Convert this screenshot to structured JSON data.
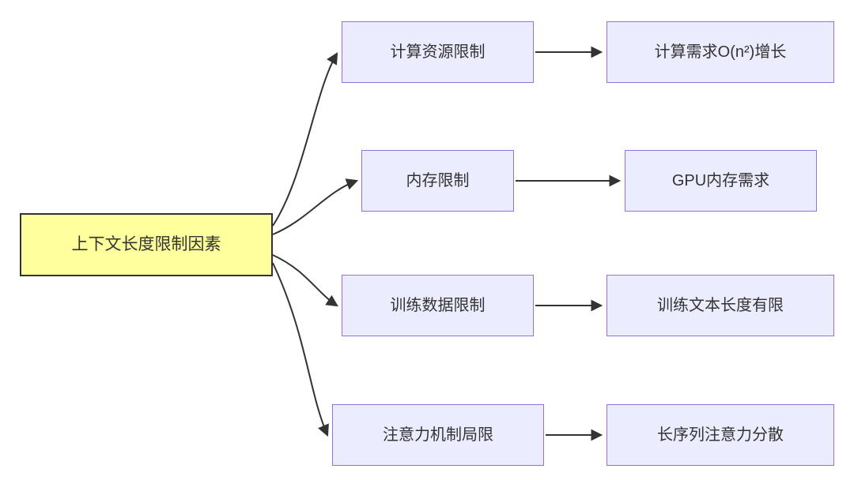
{
  "diagram": {
    "root": {
      "label": "上下文长度限制因素"
    },
    "branches": [
      {
        "cause": "计算资源限制",
        "effect": "计算需求O(n²)增长"
      },
      {
        "cause": "内存限制",
        "effect": "GPU内存需求"
      },
      {
        "cause": "训练数据限制",
        "effect": "训练文本长度有限"
      },
      {
        "cause": "注意力机制局限",
        "effect": "长序列注意力分散"
      }
    ],
    "colors": {
      "background": "#FFFFFF",
      "root_fill": "#FFFF9E",
      "root_border": "#333333",
      "node_fill": "#ECECFF",
      "node_border": "#9370DB",
      "edge": "#333333",
      "text": "#333333"
    }
  }
}
